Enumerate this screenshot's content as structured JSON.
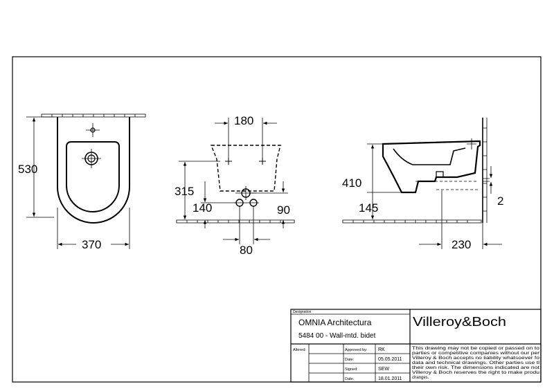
{
  "dimensions": {
    "front_height": "530",
    "front_width": "370",
    "rear_top_width": "180",
    "rear_height": "315",
    "rear_left": "140",
    "rear_right": "90",
    "rear_spacing": "80",
    "side_height": "410",
    "side_lower": "145",
    "side_depth": "230",
    "side_gap": "2"
  },
  "title_block": {
    "designation_label": "Designation",
    "product_name": "OMNIA Architectura",
    "product_code": "5484 00 - Wall-mtd. bidet",
    "brand": "Villeroy&Boch",
    "altered_label": "Altered:",
    "rows": [
      {
        "label": "Approved by:",
        "value": "RK"
      },
      {
        "label": "Date:",
        "value": "05.05.2011"
      },
      {
        "label": "Signed:",
        "value": "SEW"
      },
      {
        "label": "Date:",
        "value": "18.01.2011"
      }
    ],
    "disclaimer": [
      "This drawing may not be copied or passed on to",
      "parties or competitive companies without our per",
      "Villeroy & Boch accepts no liability whatsoever fo",
      "data and technical drawings. Other parties use tl",
      "their own risk. The dimensions indicated are not",
      "Villeroy & Boch reserves the right to make produ",
      "changes."
    ]
  }
}
